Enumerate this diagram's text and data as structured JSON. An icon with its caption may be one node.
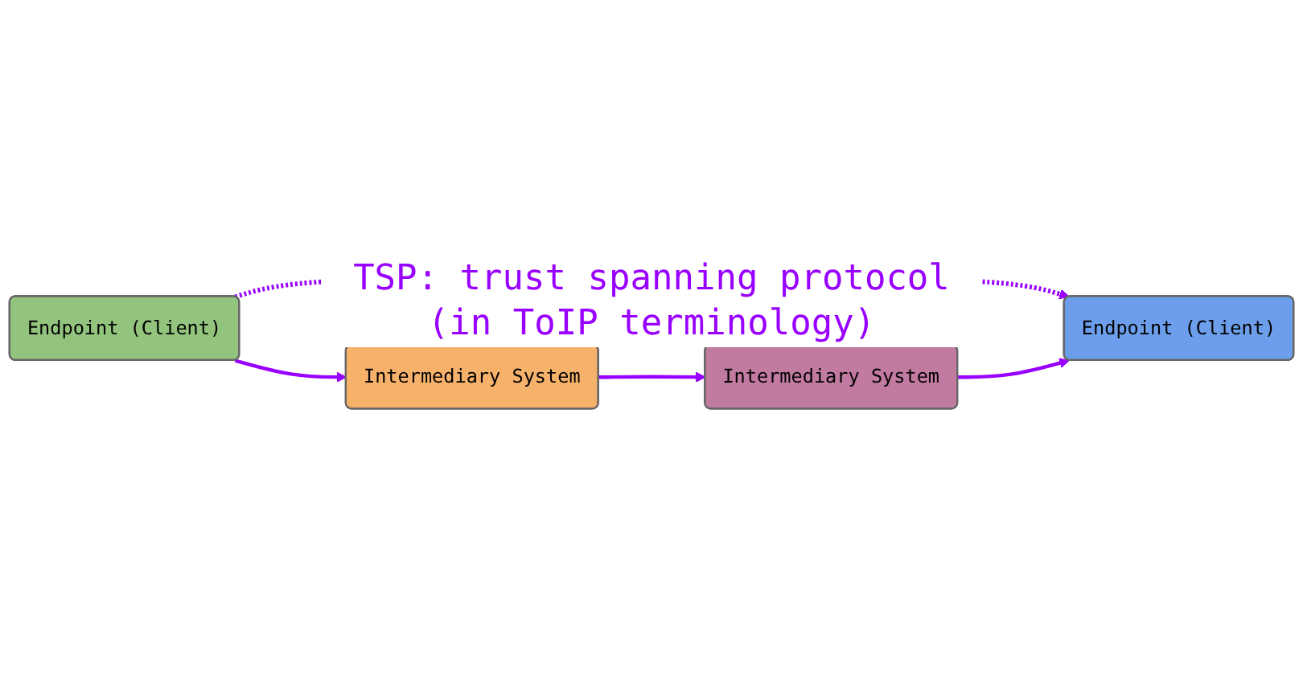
{
  "diagram": {
    "nodes": [
      {
        "text": [
          "Endpoint (Client)"
        ]
      },
      {
        "text": [
          "Endpoint (Client)"
        ]
      },
      {
        "text": [
          "Intermediary System"
        ]
      },
      {
        "text": [
          "Intermediary System"
        ]
      }
    ],
    "edges": [
      {
        "from": 0,
        "to": 1,
        "arrow": "to",
        "style": "dashed"
      },
      {
        "from": 0,
        "to": 2,
        "arrow": "to"
      },
      {
        "from": 2,
        "to": 3,
        "arrow": "to"
      },
      {
        "from": 3,
        "to": 1,
        "arrow": "to"
      }
    ],
    "labels": [
      "TSP: trust spanning protocol (in ToIP terminology)"
    ]
  }
}
